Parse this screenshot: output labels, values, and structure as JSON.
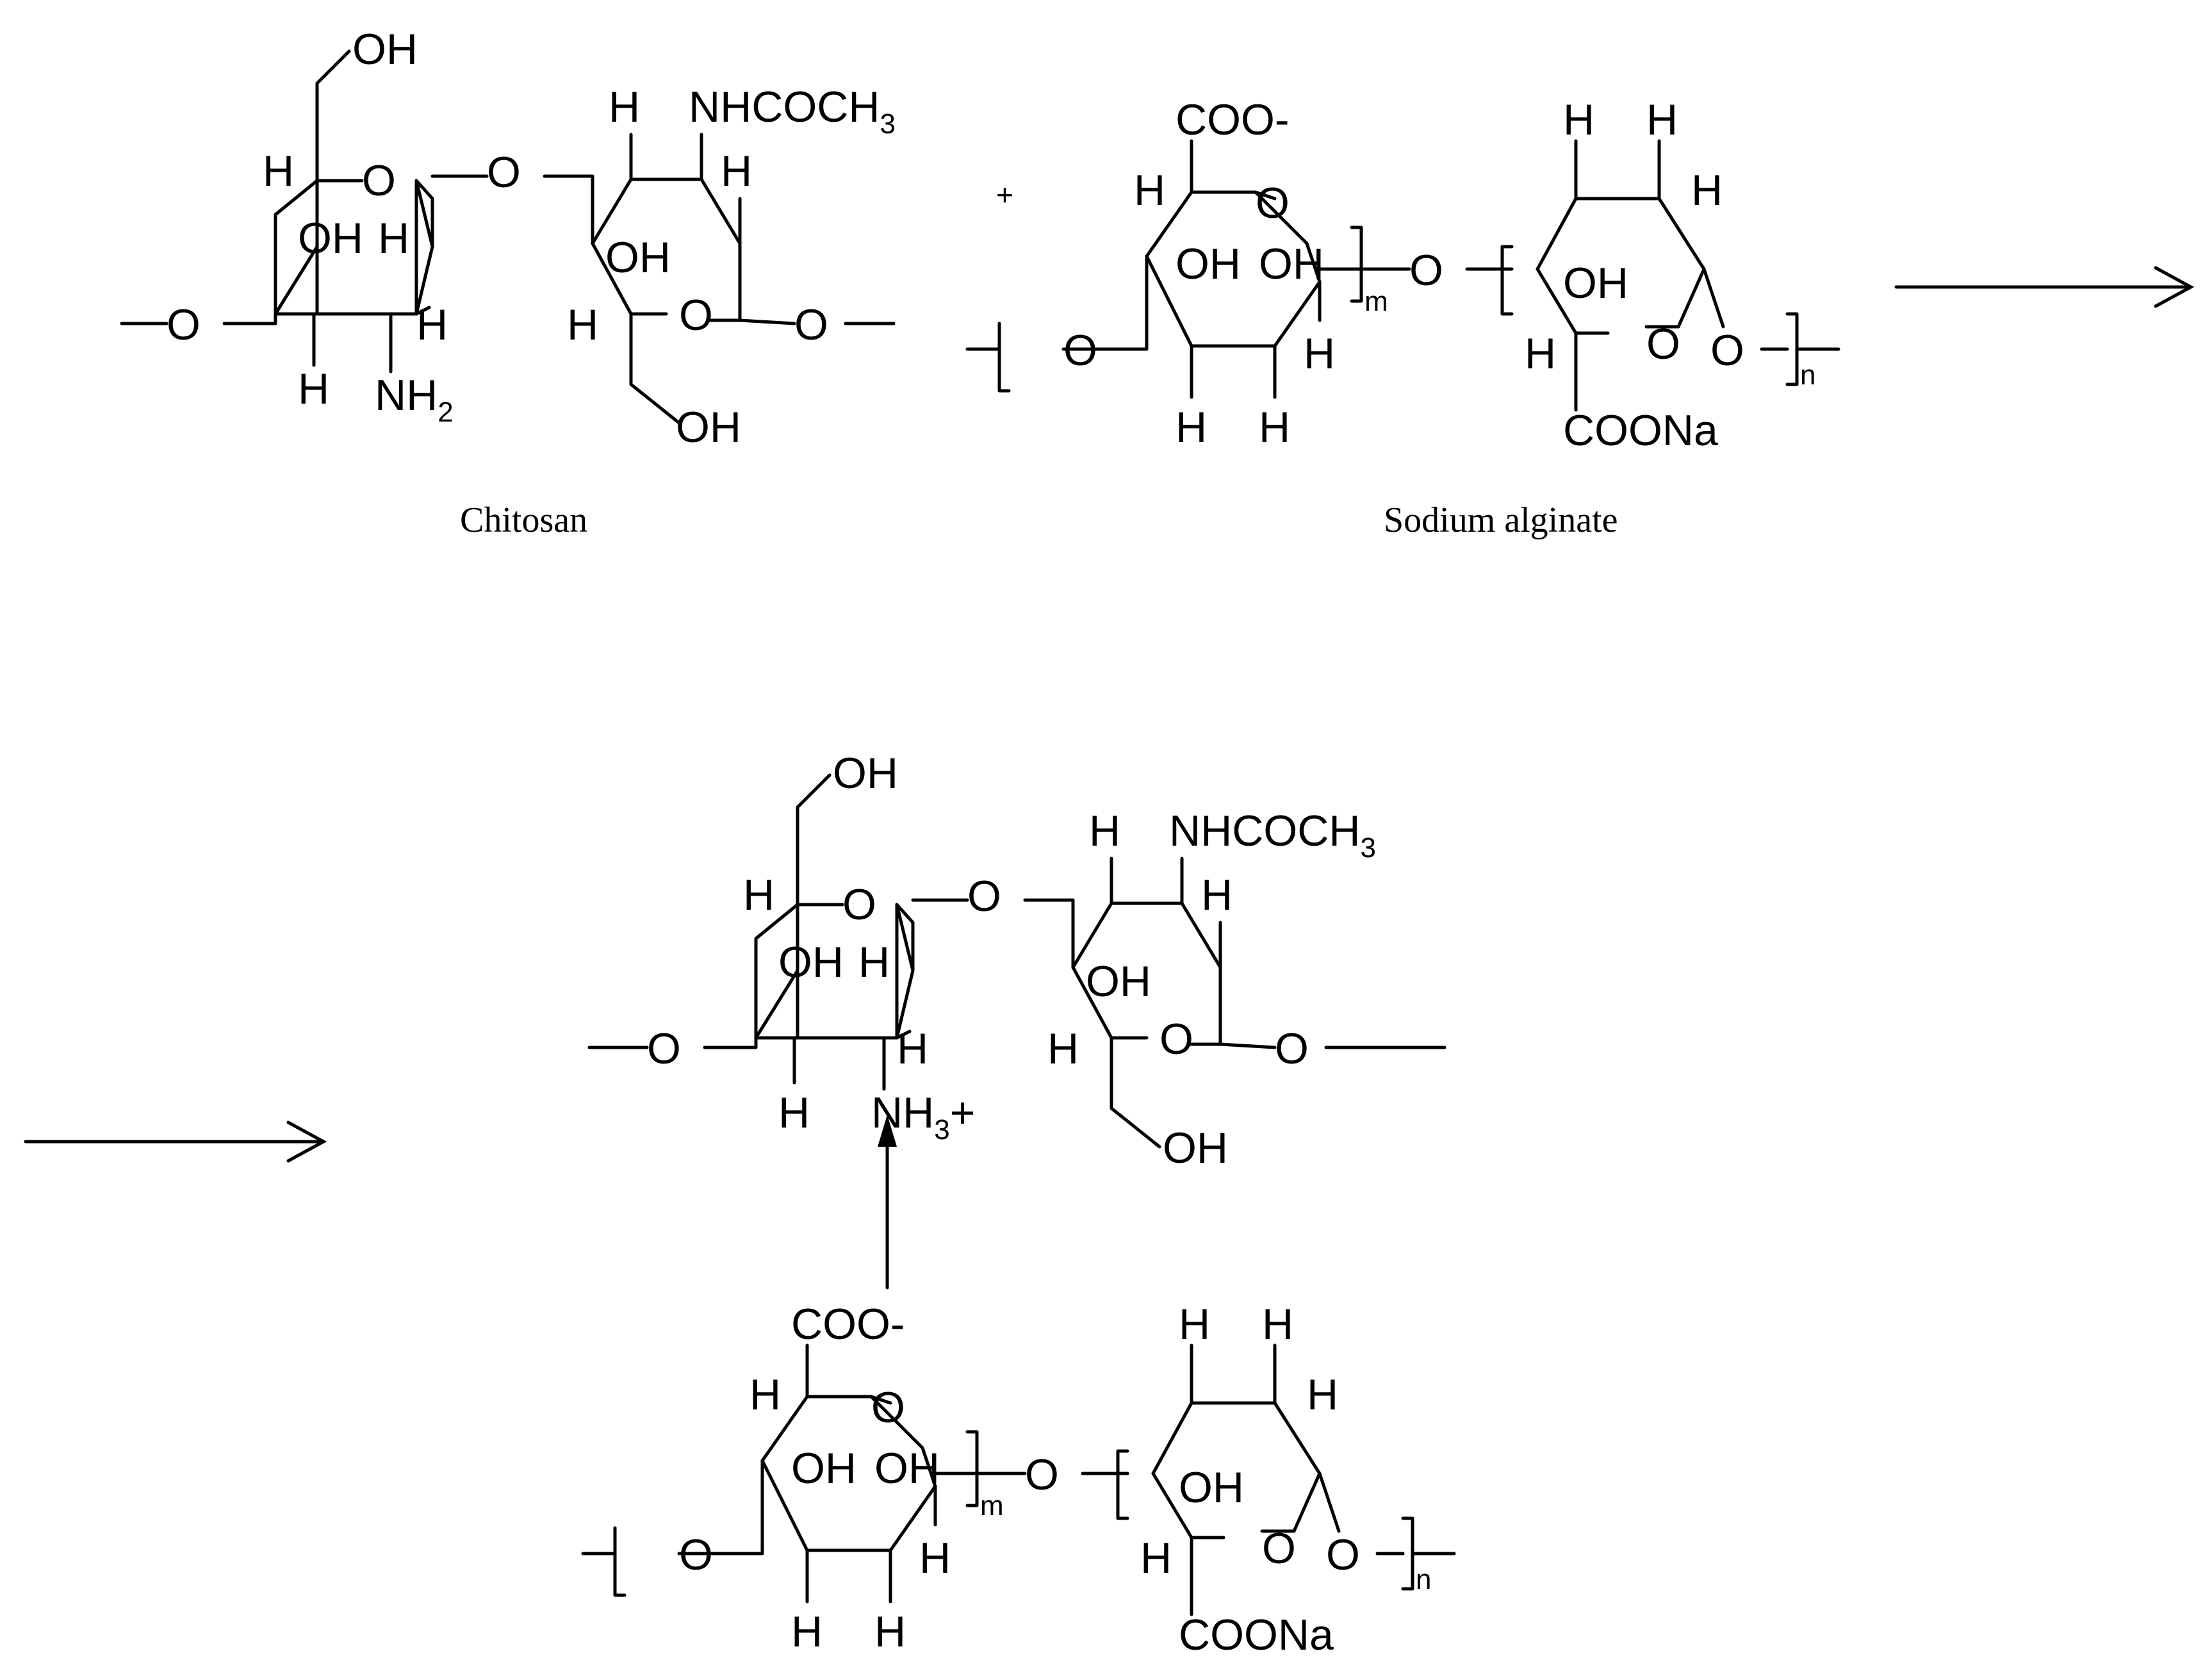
{
  "labels": {
    "chitosan": "Chitosan",
    "sodium_alginate": "Sodium alginate",
    "plus": "+",
    "OH": "OH",
    "O": "O",
    "H": "H",
    "NH": "NH",
    "sub2": "2",
    "sub3": "3",
    "NHCOCH": "NHCOCH",
    "COO_minus": "COO-",
    "COONa": "COONa",
    "m": "m",
    "n": "n",
    "plus_charge": "+"
  }
}
